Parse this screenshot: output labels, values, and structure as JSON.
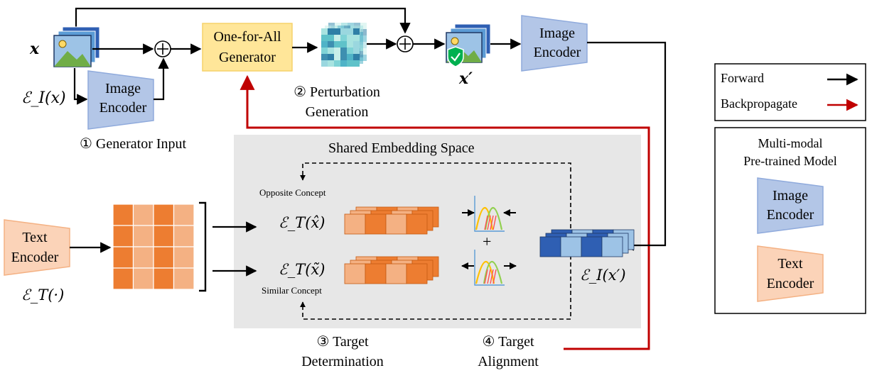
{
  "colors": {
    "encoder_blue_fill": "#b3c6e7",
    "encoder_blue_stroke": "#8faadc",
    "text_encoder_fill": "#fbd3b8",
    "text_encoder_stroke": "#f4b183",
    "generator_fill": "#ffe699",
    "generator_stroke": "#f5d26a",
    "embedding_space_bg": "#e7e7e7",
    "forward_arrow": "#000000",
    "backprop_arrow": "#c00000",
    "orange_dark": "#ed7d31",
    "orange_light": "#f4b183",
    "blue_dark": "#2f5fb3",
    "blue_light": "#9dc3e6",
    "shield_green": "#00b050"
  },
  "inputs": {
    "x_label": "x",
    "x_prime_label": "x′",
    "image_embedding_label": "ℰ_I(x)"
  },
  "image_encoder_left": {
    "line1": "Image",
    "line2": "Encoder"
  },
  "image_encoder_right": {
    "line1": "Image",
    "line2": "Encoder"
  },
  "generator": {
    "line1": "One-for-All",
    "line2": "Generator"
  },
  "steps": {
    "step1": "① Generator Input",
    "step2_line1": "② Perturbation",
    "step2_line2": "Generation",
    "step3_line1": "③ Target",
    "step3_line2": "Determination",
    "step4_line1": "④ Target",
    "step4_line2": "Alignment"
  },
  "embedding_space": {
    "title": "Shared Embedding Space",
    "opposite_concept": "Opposite Concept",
    "similar_concept": "Similar Concept",
    "text_target_opposite": "ℰ_T(x̂)",
    "text_target_similar": "ℰ_T(x̃)",
    "image_adv_embedding": "ℰ_I(x′)",
    "plus": "+"
  },
  "text_encoder_left": {
    "line1": "Text",
    "line2": "Encoder",
    "embedding_label": "ℰ_T(·)"
  },
  "legend": {
    "forward": "Forward",
    "backpropagate": "Backpropagate"
  },
  "model_box": {
    "title_line1": "Multi-modal",
    "title_line2": "Pre-trained Model",
    "image_encoder_line1": "Image",
    "image_encoder_line2": "Encoder",
    "text_encoder_line1": "Text",
    "text_encoder_line2": "Encoder"
  }
}
